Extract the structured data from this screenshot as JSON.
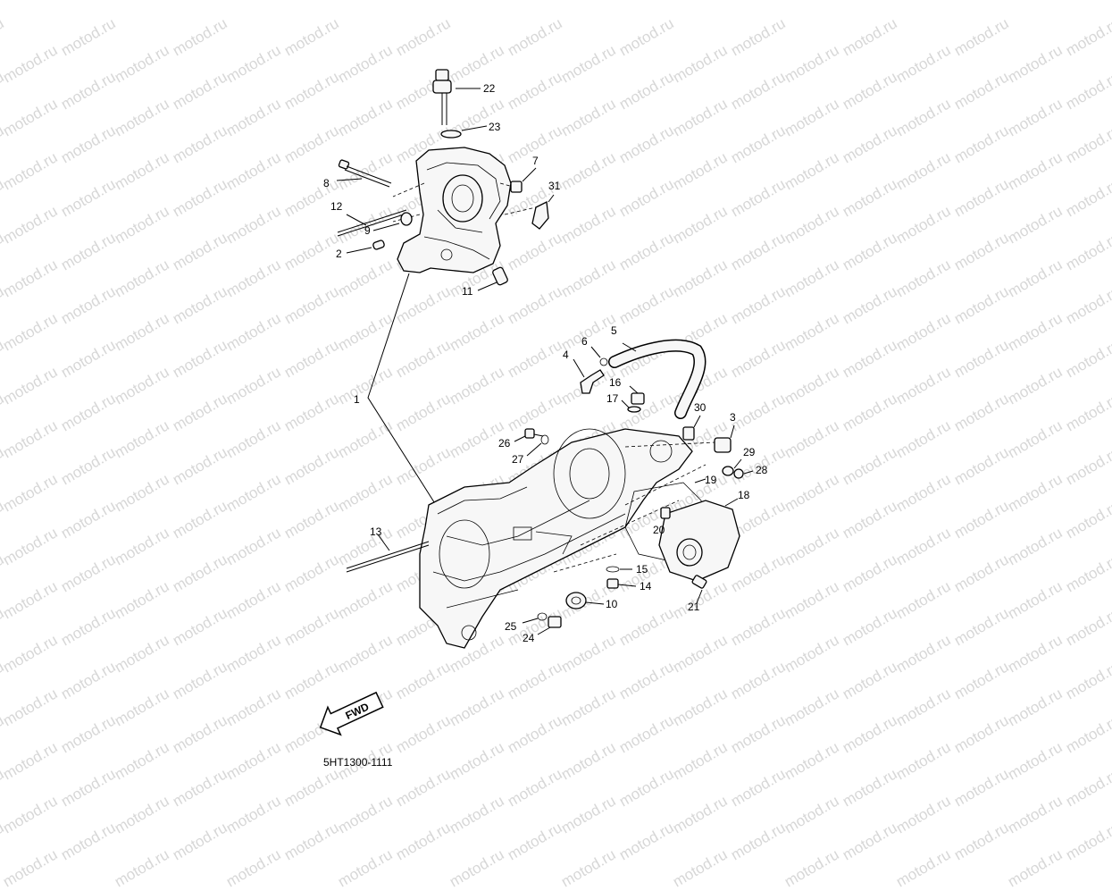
{
  "watermark": {
    "text": "motod.ru",
    "color": "#d7d7d7"
  },
  "diagram": {
    "code": "5HT1300-1111",
    "fwd_label": "FWD",
    "callouts": {
      "c1": "1",
      "c2": "2",
      "c3": "3",
      "c4": "4",
      "c5": "5",
      "c6": "6",
      "c7": "7",
      "c8": "8",
      "c9": "9",
      "c10": "10",
      "c11": "11",
      "c12": "12",
      "c13": "13",
      "c14": "14",
      "c15": "15",
      "c16": "16",
      "c17": "17",
      "c18": "18",
      "c19": "19",
      "c20": "20",
      "c21": "21",
      "c22": "22",
      "c23": "23",
      "c24": "24",
      "c25": "25",
      "c26": "26",
      "c27": "27",
      "c28": "28",
      "c29": "29",
      "c30": "30",
      "c31": "31"
    }
  }
}
